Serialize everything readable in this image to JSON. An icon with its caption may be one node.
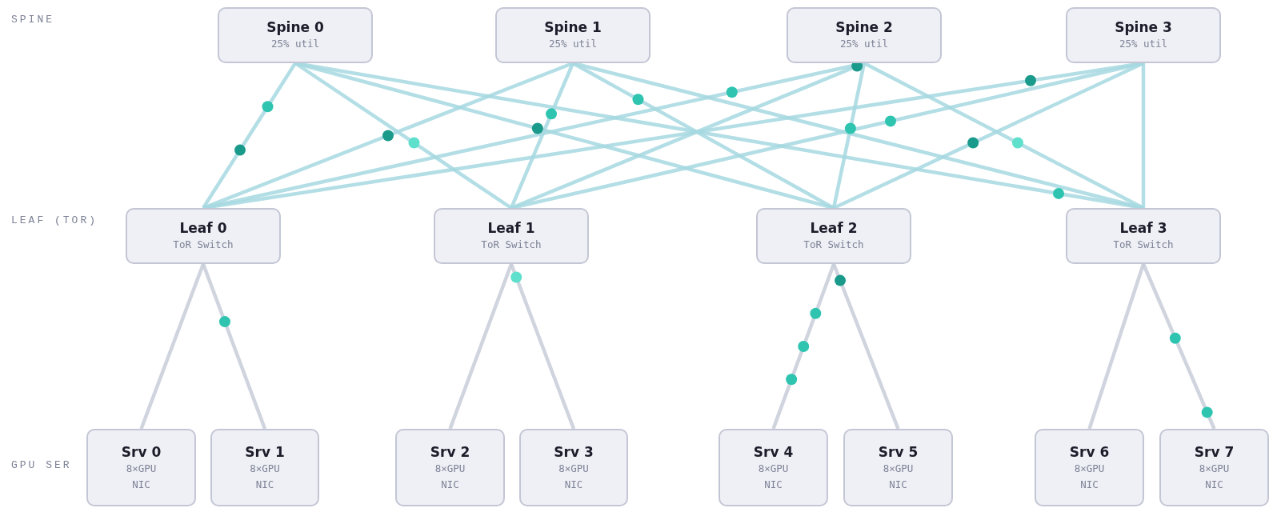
{
  "diagram": {
    "nodes": [
      {
        "text": [
          "Spine 0",
          "25% util"
        ]
      },
      {
        "text": [
          "Spine 1",
          "25% util"
        ]
      },
      {
        "text": [
          "Spine 2",
          "25% util"
        ]
      },
      {
        "text": [
          "Spine 3",
          "25% util"
        ]
      },
      {
        "text": [
          "Leaf 0",
          "ToR Switch"
        ]
      },
      {
        "text": [
          "Leaf 1",
          "ToR Switch"
        ]
      },
      {
        "text": [
          "Leaf 2",
          "ToR Switch"
        ]
      },
      {
        "text": [
          "Leaf 3",
          "ToR Switch"
        ]
      },
      {
        "text": [
          "Srv 0",
          "8×GPU",
          "NIC"
        ]
      },
      {
        "text": [
          "Srv 1",
          "8×GPU",
          "NIC"
        ]
      },
      {
        "text": [
          "Srv 2",
          "8×GPU",
          "NIC"
        ]
      },
      {
        "text": [
          "Srv 3",
          "8×GPU",
          "NIC"
        ]
      },
      {
        "text": [
          "Srv 4",
          "8×GPU",
          "NIC"
        ]
      },
      {
        "text": [
          "Srv 5",
          "8×GPU",
          "NIC"
        ]
      },
      {
        "text": [
          "Srv 6",
          "8×GPU",
          "NIC"
        ]
      },
      {
        "text": [
          "Srv 7",
          "8×GPU",
          "NIC"
        ]
      }
    ],
    "edges": [
      {
        "from": 0,
        "to": 4,
        "arrow": "none"
      },
      {
        "from": 0,
        "to": 5,
        "arrow": "none"
      },
      {
        "from": 0,
        "to": 6,
        "arrow": "none"
      },
      {
        "from": 0,
        "to": 7,
        "arrow": "none"
      },
      {
        "from": 1,
        "to": 4,
        "arrow": "none"
      },
      {
        "from": 1,
        "to": 5,
        "arrow": "none"
      },
      {
        "from": 1,
        "to": 6,
        "arrow": "none"
      },
      {
        "from": 1,
        "to": 7,
        "arrow": "none"
      },
      {
        "from": 2,
        "to": 4,
        "arrow": "none"
      },
      {
        "from": 2,
        "to": 5,
        "arrow": "none"
      },
      {
        "from": 2,
        "to": 6,
        "arrow": "none"
      },
      {
        "from": 2,
        "to": 7,
        "arrow": "none"
      },
      {
        "from": 3,
        "to": 4,
        "arrow": "none"
      },
      {
        "from": 3,
        "to": 5,
        "arrow": "none"
      },
      {
        "from": 3,
        "to": 6,
        "arrow": "none"
      },
      {
        "from": 3,
        "to": 7,
        "arrow": "none"
      },
      {
        "from": 4,
        "to": 8,
        "arrow": "none",
        "color": "#c8ccd8"
      },
      {
        "from": 4,
        "to": 9,
        "arrow": "none",
        "color": "#c8ccd8"
      },
      {
        "from": 5,
        "to": 10,
        "arrow": "none",
        "color": "#c8ccd8"
      },
      {
        "from": 5,
        "to": 11,
        "arrow": "none",
        "color": "#c8ccd8"
      },
      {
        "from": 6,
        "to": 12,
        "arrow": "none",
        "color": "#c8ccd8"
      },
      {
        "from": 6,
        "to": 13,
        "arrow": "none",
        "color": "#c8ccd8"
      },
      {
        "from": 7,
        "to": 14,
        "arrow": "none",
        "color": "#c8ccd8"
      },
      {
        "from": 7,
        "to": 15,
        "arrow": "none",
        "color": "#c8ccd8"
      }
    ],
    "labels": [
      "SPINE",
      "LEAF (TOR)",
      "GPU SER"
    ]
  }
}
